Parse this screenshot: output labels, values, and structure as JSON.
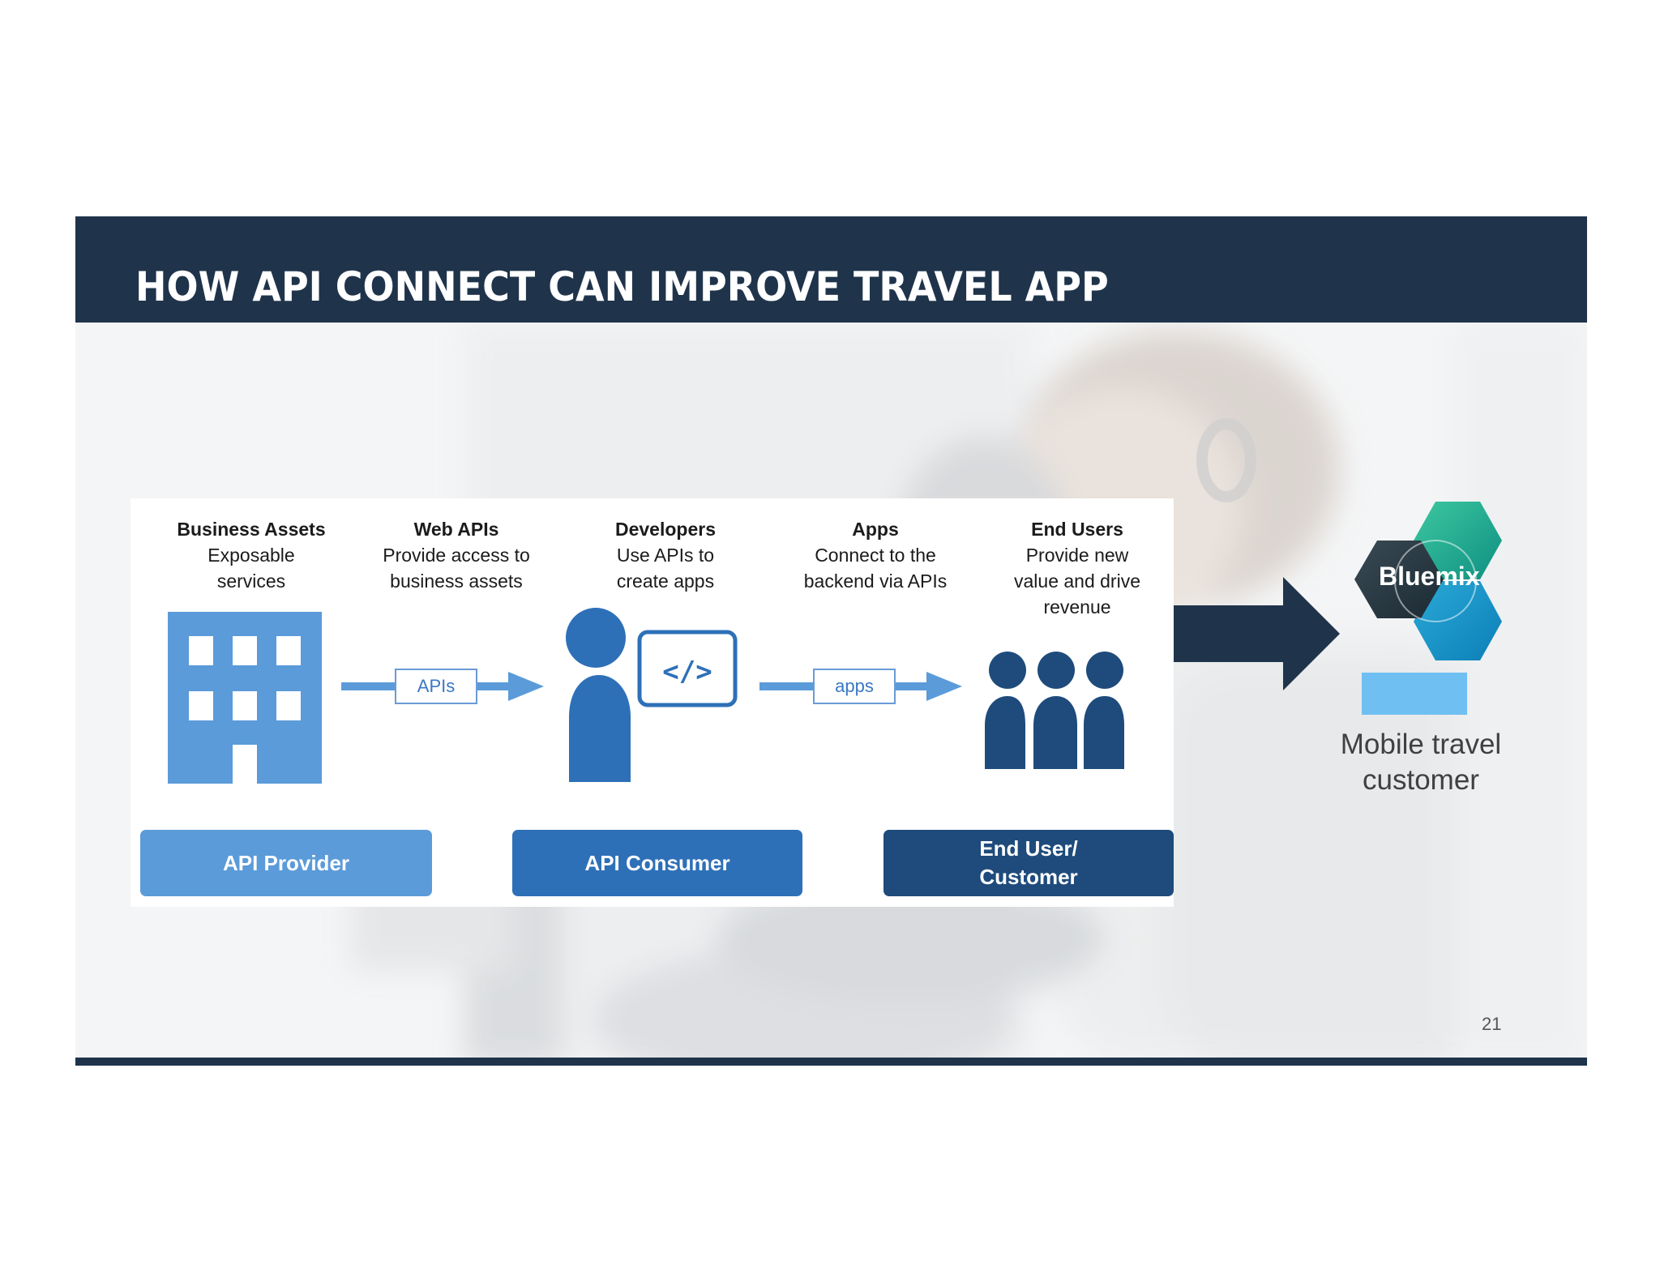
{
  "slide": {
    "title": "HOW API CONNECT CAN IMPROVE TRAVEL APP",
    "page_number": "21"
  },
  "steps": [
    {
      "heading": "Business Assets",
      "lines": [
        "Exposable",
        "services"
      ]
    },
    {
      "heading": "Web APIs",
      "lines": [
        "Provide access to",
        "business assets"
      ]
    },
    {
      "heading": "Developers",
      "lines": [
        "Use APIs to",
        "create apps"
      ]
    },
    {
      "heading": "Apps",
      "lines": [
        "Connect to the",
        "backend via APIs"
      ]
    },
    {
      "heading": "End Users",
      "lines": [
        "Provide new",
        "value and drive",
        "revenue"
      ]
    }
  ],
  "flow_labels": [
    "APIs",
    "apps"
  ],
  "code_symbol": "</>",
  "roles": [
    {
      "label": "API Provider",
      "color": "#5b9bd9"
    },
    {
      "label": "API Consumer",
      "color": "#2e70b8"
    },
    {
      "label": "End User/\nCustomer",
      "color": "#1e4b7b"
    }
  ],
  "bluemix": {
    "brand": "Bluemix",
    "caption_line1": "Mobile travel",
    "caption_line2": "customer"
  },
  "icons": [
    "building-icon",
    "developer-icon",
    "code-window-icon",
    "users-icon",
    "flow-arrow-icon",
    "big-arrow-icon",
    "bluemix-hexagon-logo"
  ],
  "colors": {
    "navy": "#1f344b",
    "light_blue": "#5b9bd9",
    "mid_blue": "#2e70b8",
    "dark_blue": "#1e4b7b",
    "bar_blue": "#6fbff2"
  }
}
